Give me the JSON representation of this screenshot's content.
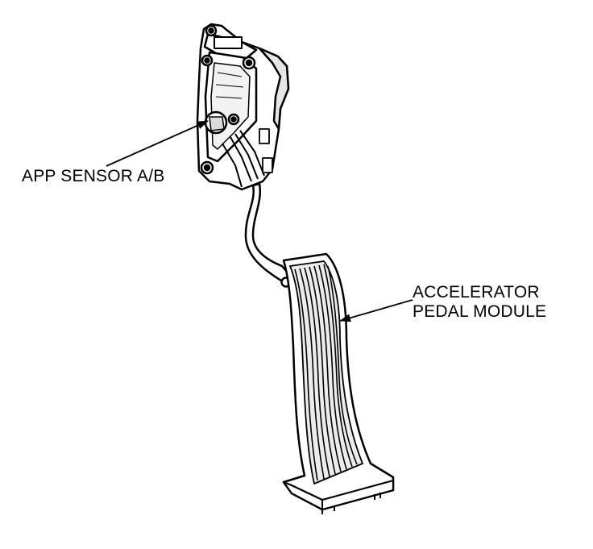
{
  "diagram": {
    "callouts": {
      "app_sensor": "APP SENSOR A/B",
      "pedal_module_line1": "ACCELERATOR",
      "pedal_module_line2": "PEDAL MODULE"
    },
    "colors": {
      "ink": "#000000",
      "paper": "#ffffff",
      "shade": "#d9d9d9"
    }
  }
}
